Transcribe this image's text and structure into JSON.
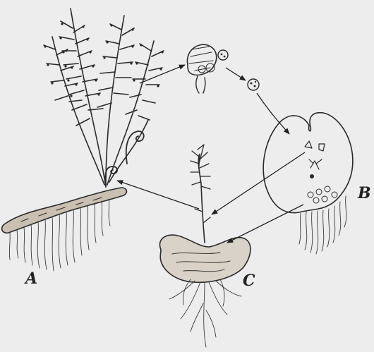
{
  "diagram": {
    "labels": {
      "fern": "A",
      "prothallium": "B",
      "young_plant": "C"
    }
  }
}
